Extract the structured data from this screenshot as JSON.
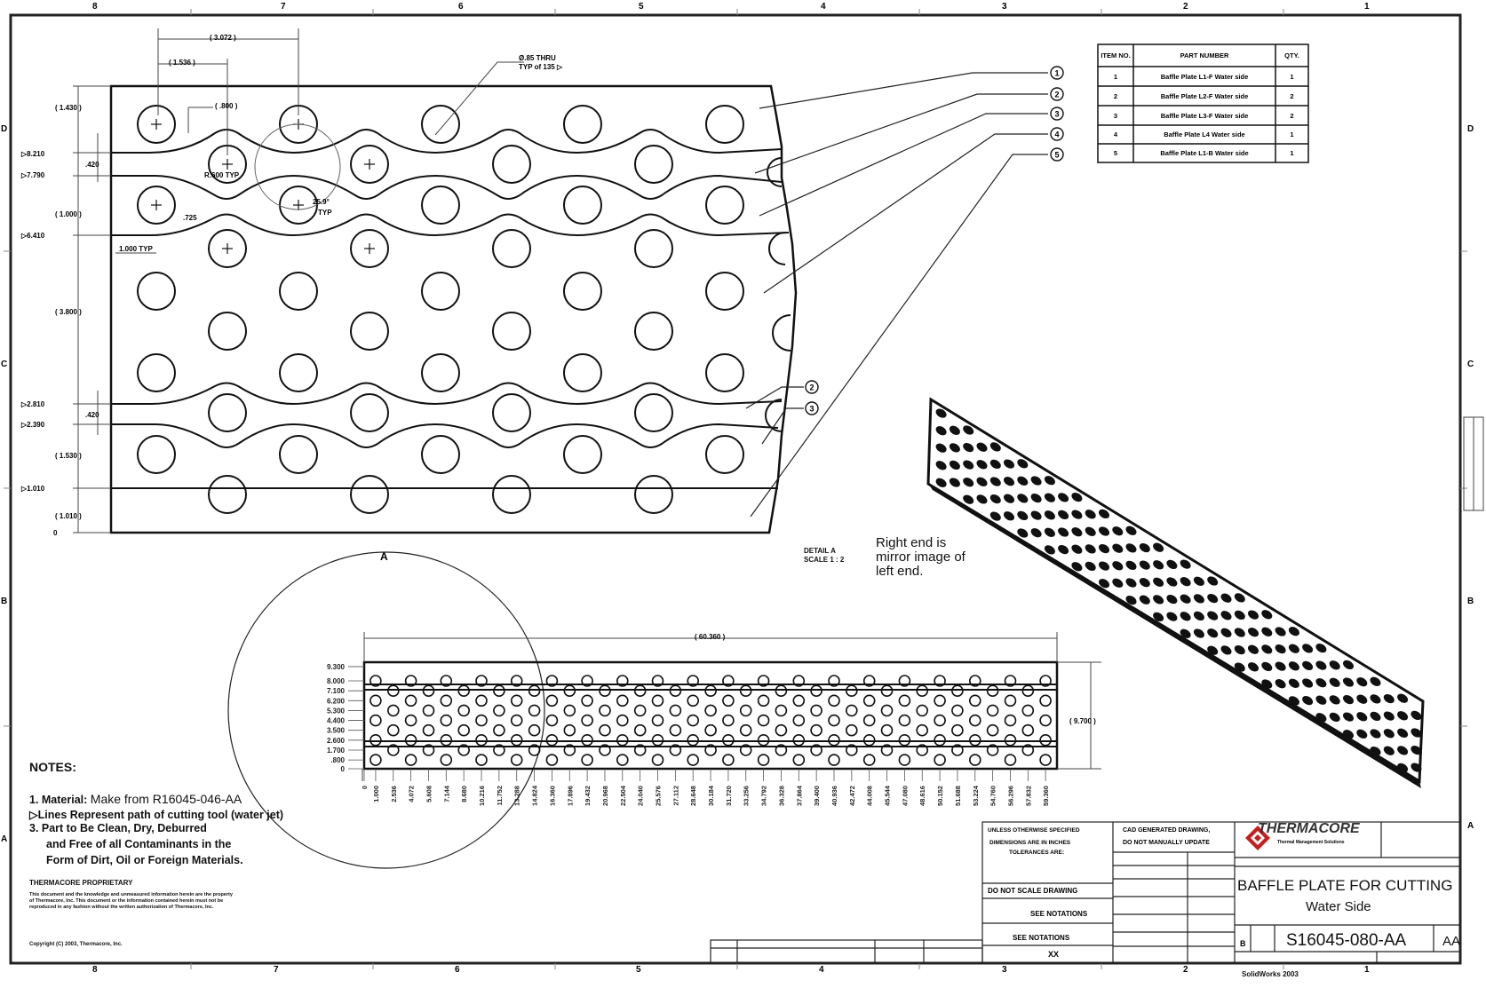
{
  "drawing": {
    "notes_heading": "NOTES:",
    "note_1_prefix": "1. Material:",
    "note_1_value": "Make from R16045-046-AA",
    "note_2": "Lines Represent path of cutting tool (water jet)",
    "note_3_line1": "3. Part to Be Clean, Dry, Deburred",
    "note_3_line2": "and Free of all Contaminants in the",
    "note_3_line3": "Form of Dirt, Oil or Foreign Materials.",
    "proprietary_heading": "THERMACORE PROPRIETARY",
    "proprietary_body": "This document and the knowledge and unmeasured information herein are the property of Thermacore, Inc. This document or the information contained herein must not be reproduced in any fashion without the written authorization of Thermacore, Inc.",
    "copyright": "Copyright (C) 2003, Thermacore, Inc.",
    "detail_label_line1": "DETAIL A",
    "detail_label_line2": "SCALE 1 : 2",
    "mirror_note_line1": "Right end is",
    "mirror_note_line2": "mirror image of",
    "mirror_note_line3": "left end.",
    "detail_callout": "A",
    "hole_note_line1": "Ø.85 THRU",
    "hole_note_line2": "TYP of 135",
    "footer": "SolidWorks 2003"
  },
  "bom": {
    "headers": [
      "ITEM NO.",
      "PART NUMBER",
      "QTY."
    ],
    "rows": [
      {
        "item": "1",
        "part": "Baffle Plate L1-F Water side",
        "qty": "1"
      },
      {
        "item": "2",
        "part": "Baffle Plate L2-F Water side",
        "qty": "2"
      },
      {
        "item": "3",
        "part": "Baffle Plate L3-F Water side",
        "qty": "2"
      },
      {
        "item": "4",
        "part": "Baffle Plate L4 Water side",
        "qty": "1"
      },
      {
        "item": "5",
        "part": "Baffle Plate L1-B Water side",
        "qty": "1"
      }
    ]
  },
  "balloons": [
    "1",
    "2",
    "3",
    "4",
    "5",
    "2",
    "3"
  ],
  "dimensions": {
    "top": [
      "3.072",
      "1.536",
      ".800"
    ],
    "left": [
      "1.430",
      ".420",
      "1.000",
      "3.800",
      ".420",
      "1.530",
      "1.010"
    ],
    "datum_left": [
      "8.210",
      "7.790",
      "6.410",
      "2.810",
      "2.390",
      "1.010",
      "0"
    ],
    "misc": [
      "R.600 TYP",
      ".725",
      "1.000 TYP",
      "25.9°",
      "TYP"
    ],
    "overall_length": "60.360",
    "overall_height": "9.700",
    "y_ticks": [
      "9.300",
      "8.000",
      "7.100",
      "6.200",
      "5.300",
      "4.400",
      "3.500",
      "2.600",
      "1.700",
      ".800",
      "0"
    ],
    "x_ticks": [
      "0",
      "1.000",
      "2.536",
      "4.072",
      "5.608",
      "7.144",
      "8.680",
      "10.216",
      "11.752",
      "13.288",
      "14.824",
      "16.360",
      "17.896",
      "19.432",
      "20.968",
      "22.504",
      "24.040",
      "25.576",
      "27.112",
      "28.648",
      "30.184",
      "31.720",
      "33.256",
      "34.792",
      "36.328",
      "37.864",
      "39.400",
      "40.936",
      "42.472",
      "44.008",
      "45.544",
      "47.080",
      "48.616",
      "50.152",
      "51.688",
      "53.224",
      "54.760",
      "56.296",
      "57.832",
      "59.360"
    ]
  },
  "title_block": {
    "company": "THERMACORE",
    "company_tag": "Thermal Management Solutions",
    "title_line1": "BAFFLE PLATE FOR CUTTING",
    "title_line2": "Water Side",
    "drawing_number": "S16045-080-AA",
    "rev": "AA",
    "size": "B",
    "unless": "UNLESS OTHERWISE SPECIFIED",
    "dims_in": "DIMENSIONS ARE IN INCHES",
    "tolerances": "TOLERANCES ARE:",
    "do_not_scale": "DO NOT SCALE DRAWING",
    "see_notations_1": "SEE NOTATIONS",
    "see_notations_2": "SEE NOTATIONS",
    "cad_generated": "CAD GENERATED DRAWING,",
    "no_manual": "DO NOT MANUALLY UPDATE",
    "scale_field": "XX"
  },
  "zones": {
    "top": [
      "8",
      "7",
      "6",
      "5",
      "4",
      "3",
      "2",
      "1"
    ],
    "side": [
      "D",
      "C",
      "B",
      "A"
    ]
  }
}
